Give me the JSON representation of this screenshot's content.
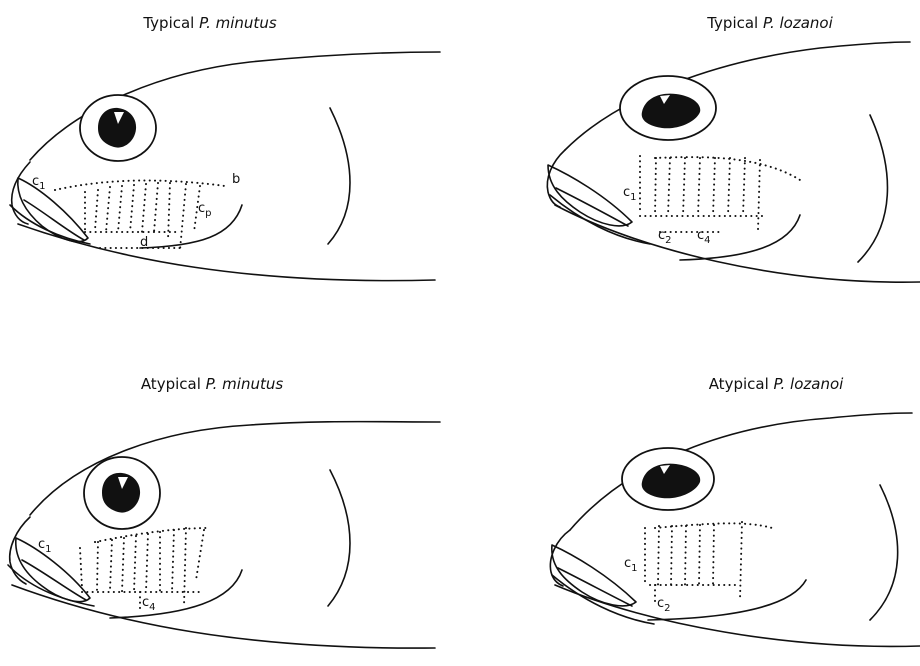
{
  "panels": [
    {
      "caption_prefix": "Typical",
      "caption_species": "P. minutus",
      "labels": {
        "c1": "c",
        "c1_sub": "1",
        "b": "b",
        "cp": "c",
        "cp_sub": "p",
        "d": "d"
      }
    },
    {
      "caption_prefix": "Typical",
      "caption_species": "P. lozanoi",
      "labels": {
        "c1": "c",
        "c1_sub": "1",
        "c2": "c",
        "c2_sub": "2",
        "c4": "c",
        "c4_sub": "4"
      }
    },
    {
      "caption_prefix": "Atypical",
      "caption_species": "P. minutus",
      "labels": {
        "c1": "c",
        "c1_sub": "1",
        "c4": "c",
        "c4_sub": "4"
      }
    },
    {
      "caption_prefix": "Atypical",
      "caption_species": "P. lozanoi",
      "labels": {
        "c1": "c",
        "c1_sub": "1",
        "c2": "c",
        "c2_sub": "2"
      }
    }
  ]
}
